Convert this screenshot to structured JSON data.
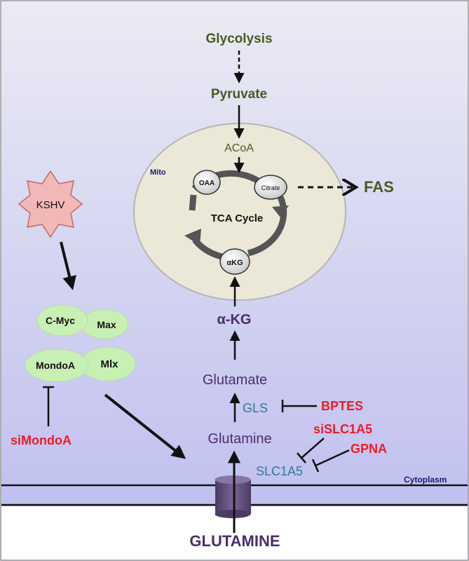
{
  "metabolites": {
    "glycolysis": "Glycolysis",
    "pyruvate": "Pyruvate",
    "acoa": "ACoA",
    "fas": "FAS",
    "tca_cycle": "TCA Cycle",
    "oaa": "OAA",
    "citrate": "Citrate",
    "akg_inner": "αKG",
    "akg": "α-KG",
    "glutamate": "Glutamate",
    "glutamine": "Glutamine",
    "glutamine_extracellular": "GLUTAMINE"
  },
  "compartments": {
    "mito": "Mito",
    "cytoplasm": "Cytoplasm"
  },
  "enzymes": {
    "gls": "GLS",
    "slc1a5": "SLC1A5"
  },
  "inhibitors": {
    "bptes": "BPTES",
    "sislc1a5": "siSLC1A5",
    "gpna": "GPNA",
    "simondoa": "siMondoA"
  },
  "regulators": {
    "kshv": "KSHV",
    "cmyc": "C-Myc",
    "max": "Max",
    "mondoa": "MondoA",
    "mlx": "Mlx"
  },
  "colors": {
    "metabolite_green": "#4a5a1e",
    "metabolite_purple": "#4b2e6e",
    "enzyme_teal": "#2f7c95",
    "inhibitor_red": "#ee1c25",
    "mito_fill": "#ebe8d8",
    "node_green": "#c8f0b4",
    "kshv_fill": "#f2b8b8",
    "transporter": "#5e4a78"
  }
}
